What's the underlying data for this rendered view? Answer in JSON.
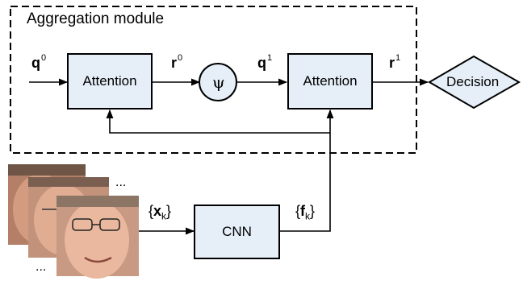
{
  "module": {
    "title": "Aggregation module"
  },
  "nodes": {
    "attention1": "Attention",
    "attention2": "Attention",
    "psi": "ψ",
    "decision": "Decision",
    "cnn": "CNN"
  },
  "labels": {
    "q": "q",
    "q0_sup": "0",
    "r": "r",
    "r0_sup": "0",
    "q1": "q",
    "q1_sup": "1",
    "r1": "r",
    "r1_sup": "1",
    "x_open": "{",
    "x": "x",
    "x_sub": "k",
    "x_close": "}",
    "f_open": "{",
    "f": "f",
    "f_sub": "k",
    "f_close": "}",
    "dots_top": "...",
    "dots_bottom": "..."
  },
  "colors": {
    "box_fill": "#e6eff8",
    "stroke": "#000000"
  }
}
